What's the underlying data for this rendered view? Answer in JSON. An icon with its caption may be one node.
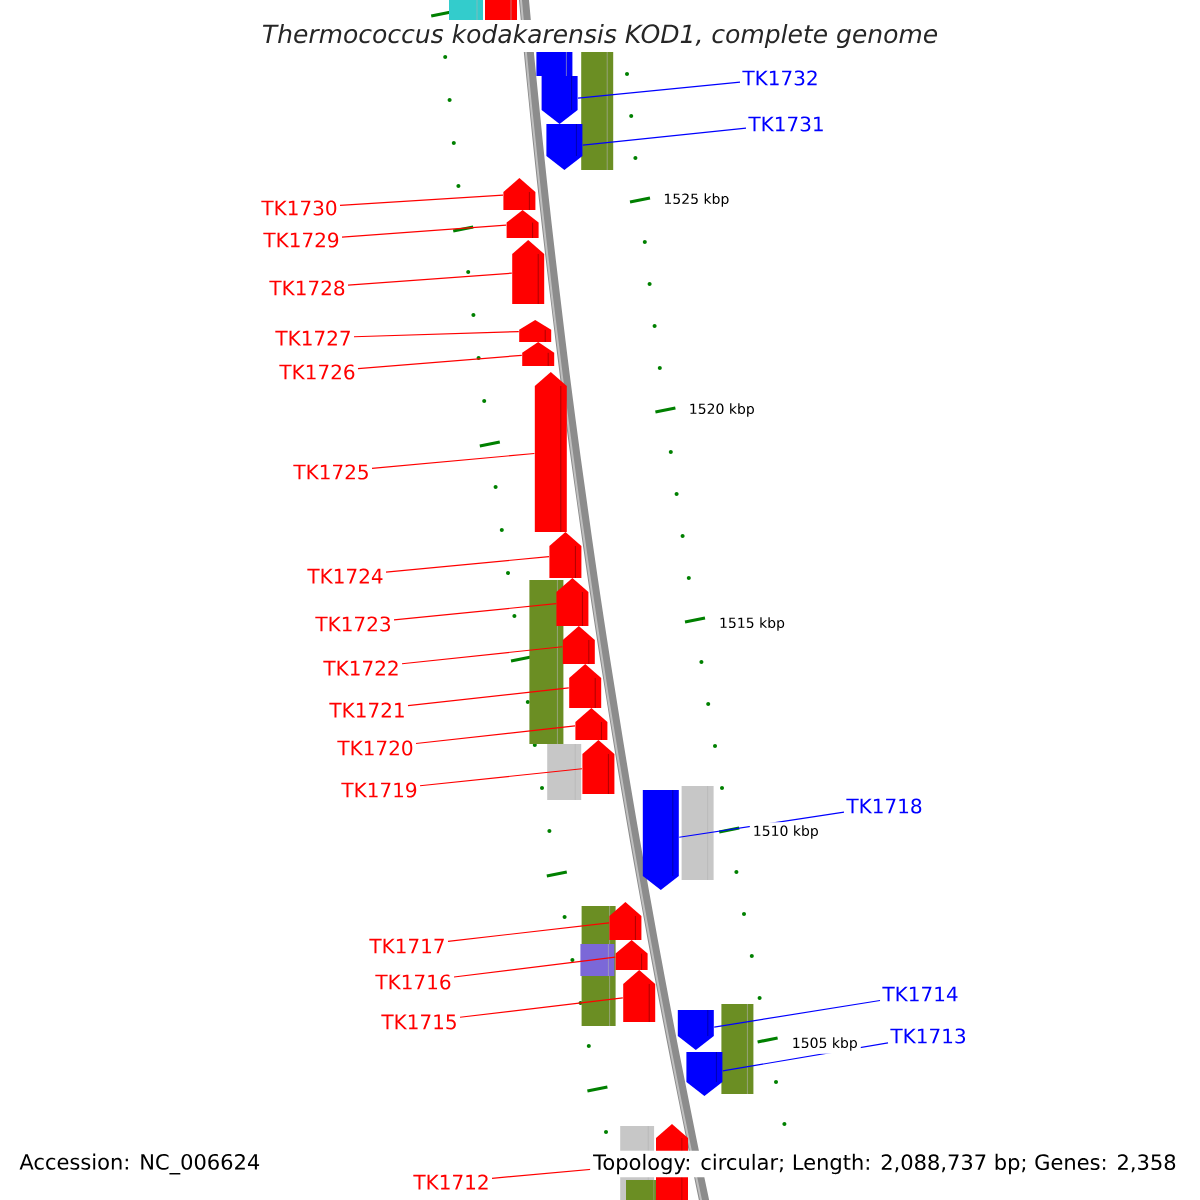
{
  "diagram": {
    "title": "Thermococcus kodakarensis KOD1, complete genome",
    "nodes": [
      {
        "text": [
          "TK1732"
        ]
      },
      {
        "text": [],
        "shape": "pentagon"
      },
      {
        "text": [
          "TK1731"
        ]
      },
      {
        "text": [],
        "shape": "pentagon"
      },
      {
        "text": [
          "TK1730"
        ]
      },
      {
        "text": [],
        "shape": "pentagon"
      },
      {
        "text": [
          "TK1729"
        ]
      },
      {
        "text": [],
        "shape": "pentagon"
      },
      {
        "text": [
          "TK1728"
        ]
      },
      {
        "text": [],
        "shape": "pentagon"
      },
      {
        "text": [
          "TK1727"
        ]
      },
      {
        "text": [],
        "shape": "pentagon"
      },
      {
        "text": [
          "TK1726"
        ]
      },
      {
        "text": [],
        "shape": "pentagon"
      },
      {
        "text": [
          "TK1725"
        ]
      },
      {
        "text": [],
        "shape": "pentagon"
      },
      {
        "text": [
          "TK1724"
        ]
      },
      {
        "text": [],
        "shape": "pentagon"
      },
      {
        "text": [
          "TK1723"
        ]
      },
      {
        "text": [],
        "shape": "pentagon"
      },
      {
        "text": [
          "TK1722"
        ]
      },
      {
        "text": [],
        "shape": "pentagon"
      },
      {
        "text": [
          "TK1721"
        ]
      },
      {
        "text": [],
        "shape": "pentagon"
      },
      {
        "text": [
          "TK1720"
        ]
      },
      {
        "text": [],
        "shape": "pentagon"
      },
      {
        "text": [
          "TK1719"
        ]
      },
      {
        "text": [],
        "shape": "pentagon"
      },
      {
        "text": [
          "TK1718"
        ]
      },
      {
        "text": [],
        "shape": "pentagon"
      },
      {
        "text": [
          "TK1717"
        ]
      },
      {
        "text": [],
        "shape": "pentagon"
      },
      {
        "text": [
          "TK1716"
        ]
      },
      {
        "text": [],
        "shape": "pentagon"
      },
      {
        "text": [
          "TK1715"
        ]
      },
      {
        "text": [],
        "shape": "pentagon"
      },
      {
        "text": [
          "TK1714"
        ]
      },
      {
        "text": [],
        "shape": "pentagon"
      },
      {
        "text": [
          "TK1713"
        ]
      },
      {
        "text": [],
        "shape": "pentagon"
      },
      {
        "text": [
          "TK1712"
        ]
      },
      {
        "text": [],
        "shape": "pentagon"
      }
    ],
    "edges": [
      {
        "from": 0,
        "to": 1,
        "arrow": "none",
        "color": "#0000ff"
      },
      {
        "from": 2,
        "to": 3,
        "arrow": "none",
        "color": "#0000ff"
      },
      {
        "from": 4,
        "to": 5,
        "arrow": "none"
      },
      {
        "from": 6,
        "to": 7,
        "arrow": "none"
      },
      {
        "from": 8,
        "to": 9,
        "arrow": "none"
      },
      {
        "from": 10,
        "to": 11,
        "arrow": "none"
      },
      {
        "from": 12,
        "to": 13,
        "arrow": "none"
      },
      {
        "from": 14,
        "to": 15,
        "arrow": "none"
      },
      {
        "from": 16,
        "to": 17,
        "arrow": "none"
      },
      {
        "from": 18,
        "to": 19,
        "arrow": "none"
      },
      {
        "from": 20,
        "to": 21,
        "arrow": "none"
      },
      {
        "from": 22,
        "to": 23,
        "arrow": "none"
      },
      {
        "from": 24,
        "to": 25,
        "arrow": "none"
      },
      {
        "from": 26,
        "to": 27,
        "arrow": "none"
      },
      {
        "from": 28,
        "to": 29,
        "arrow": "none",
        "color": "#0000ff"
      },
      {
        "from": 30,
        "to": 31,
        "arrow": "none"
      },
      {
        "from": 32,
        "to": 33,
        "arrow": "none"
      },
      {
        "from": 34,
        "to": 35,
        "arrow": "none"
      },
      {
        "from": 36,
        "to": 37,
        "arrow": "none",
        "color": "#0000ff"
      },
      {
        "from": 38,
        "to": 39,
        "arrow": "none",
        "color": "#0000ff"
      },
      {
        "from": 40,
        "to": 41,
        "arrow": "none"
      }
    ],
    "labels": [
      "1525 kbp",
      "1520 kbp",
      "1515 kbp",
      "1510 kbp",
      "1505 kbp",
      "Accession: NC_006624",
      "Topology: circular; Length: 2,088,737 bp; Genes: 2,358"
    ]
  }
}
